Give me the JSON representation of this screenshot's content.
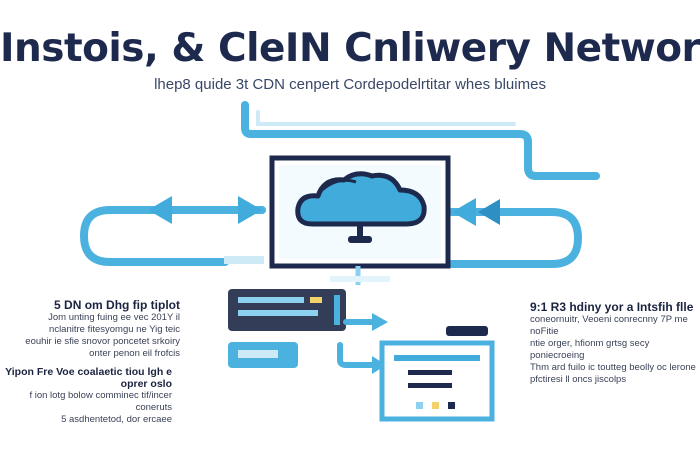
{
  "header": {
    "title": "Instois, & CleIN Cnliwery Network",
    "subtitle": "lhep8 quide 3t CDN cenpert Cordepodelrtitar whes bluimes"
  },
  "notes": {
    "left_top": {
      "heading": "5 DN om Dhg fip tiplot",
      "lines": [
        "Jom unting fuing ee vec 201Y il",
        "nclanitre fitesyomgu ne Yig teic",
        "eouhir ie sfie snovor poncetet srkoiry",
        "onter penon eil frofcis"
      ]
    },
    "left_bottom": {
      "heading": "Yipon Fre Voe coalaetic tiou lgh e oprer oslo",
      "lines": [
        "f ion lotg bolow comminec tif/incer coneruts",
        "5 asdhentetod, dor ercaee"
      ]
    },
    "right": {
      "heading": "9:1 R3 hdiny yor a Intsfih flle",
      "lines": [
        "coneornuitr, Veoeni conrecnny 7P me noFitie",
        "ntie orger, hfionm grtsg secy poniecroeing",
        "Thm ard fuilo ic toutteg beolly oc lerone",
        "pfctiresi ll oncs jiscolps"
      ]
    }
  },
  "diagram": {
    "colors": {
      "primary": "#1d2a4d",
      "accent": "#41abdc",
      "accent_light": "#8dd1f0",
      "accent_pale": "#cfeaf7",
      "highlight": "#f4d26a",
      "panel": "#343d57"
    },
    "icons": [
      "cloud-icon",
      "server-rack-icon",
      "edge-node-icon",
      "arrow-left-icon",
      "arrow-right-icon"
    ]
  }
}
